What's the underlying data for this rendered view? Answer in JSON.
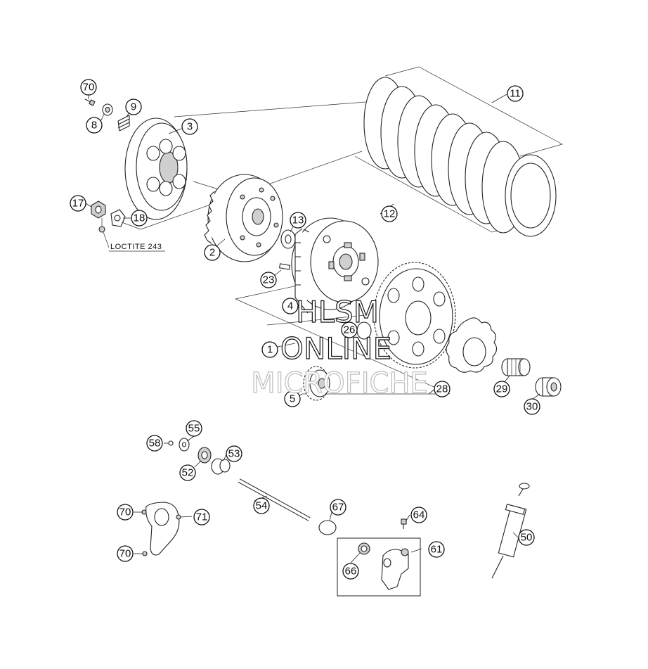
{
  "diagram": {
    "note": "LOCTITE 243",
    "watermark": [
      "HLSM",
      "ONLINE",
      "MICROFICHE"
    ],
    "callouts": [
      {
        "id": "c70a",
        "label": "70"
      },
      {
        "id": "c9",
        "label": "9"
      },
      {
        "id": "c8",
        "label": "8"
      },
      {
        "id": "c3",
        "label": "3"
      },
      {
        "id": "c17",
        "label": "17"
      },
      {
        "id": "c18",
        "label": "18"
      },
      {
        "id": "c2",
        "label": "2"
      },
      {
        "id": "c13",
        "label": "13"
      },
      {
        "id": "c11",
        "label": "11"
      },
      {
        "id": "c12",
        "label": "12"
      },
      {
        "id": "c23",
        "label": "23"
      },
      {
        "id": "c4",
        "label": "4"
      },
      {
        "id": "c26",
        "label": "26"
      },
      {
        "id": "c1",
        "label": "1"
      },
      {
        "id": "c5",
        "label": "5"
      },
      {
        "id": "c28",
        "label": "28"
      },
      {
        "id": "c29",
        "label": "29"
      },
      {
        "id": "c30",
        "label": "30"
      },
      {
        "id": "c55",
        "label": "55"
      },
      {
        "id": "c58",
        "label": "58"
      },
      {
        "id": "c53",
        "label": "53"
      },
      {
        "id": "c52",
        "label": "52"
      },
      {
        "id": "c54",
        "label": "54"
      },
      {
        "id": "c67",
        "label": "67"
      },
      {
        "id": "c64",
        "label": "64"
      },
      {
        "id": "c61",
        "label": "61"
      },
      {
        "id": "c66",
        "label": "66"
      },
      {
        "id": "c70b",
        "label": "70"
      },
      {
        "id": "c71",
        "label": "71"
      },
      {
        "id": "c70c",
        "label": "70"
      },
      {
        "id": "c50",
        "label": "50"
      }
    ]
  }
}
